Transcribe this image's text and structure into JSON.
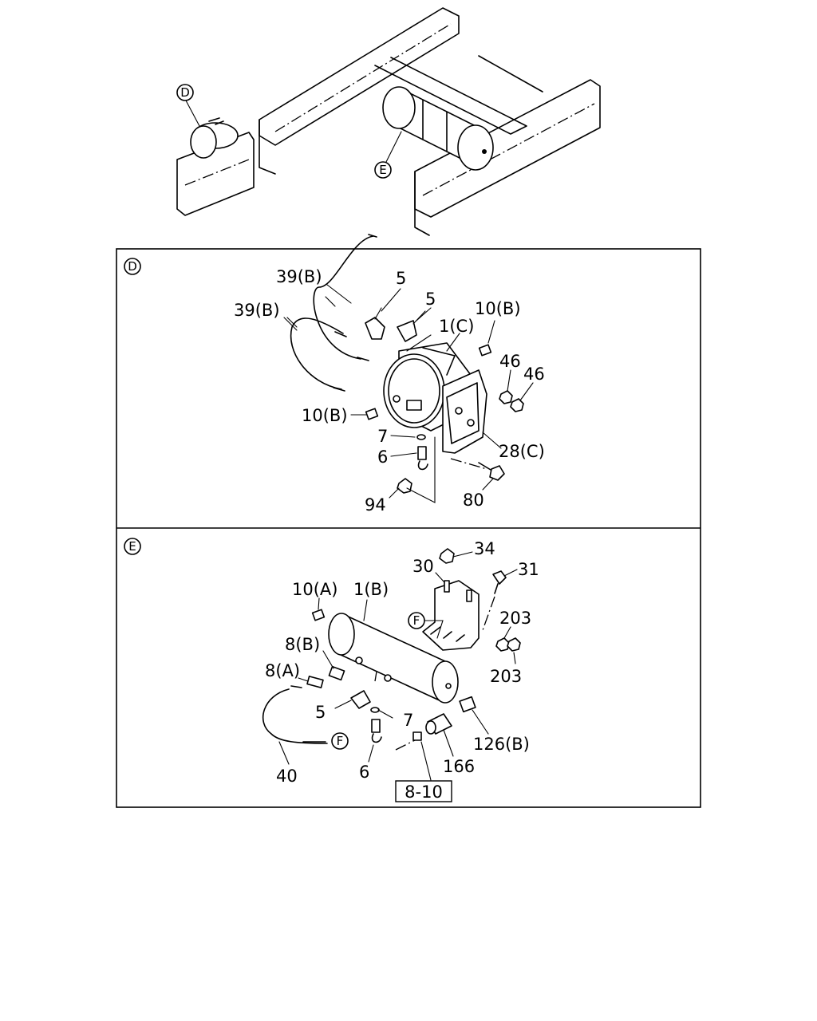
{
  "overview": {
    "callout_d": "D",
    "callout_e": "E"
  },
  "panel_d": {
    "marker": "D",
    "labels": {
      "hose_upper": "39(B)",
      "hose_lower": "39(B)",
      "elbow_1": "5",
      "elbow_2": "5",
      "tank": "1(C)",
      "plug_right": "10(B)",
      "nut_1": "46",
      "nut_2": "46",
      "plug_left": "10(B)",
      "washer": "7",
      "drain_valve": "6",
      "bracket": "28(C)",
      "nut_bottom": "94",
      "bolt": "80"
    }
  },
  "panel_e": {
    "marker": "E",
    "labels": {
      "nut_top": "34",
      "bracket": "30",
      "bolt": "31",
      "plug": "10(A)",
      "tank": "1(B)",
      "connector_f": "F",
      "nut_1": "203",
      "nut_2": "203",
      "fitting_b": "8(B)",
      "fitting_a": "8(A)",
      "elbow": "5",
      "washer": "7",
      "fitting_126": "126(B)",
      "sensor": "166",
      "drain_valve": "6",
      "hose": "40",
      "hose_f": "F",
      "reference": "8-10"
    }
  }
}
